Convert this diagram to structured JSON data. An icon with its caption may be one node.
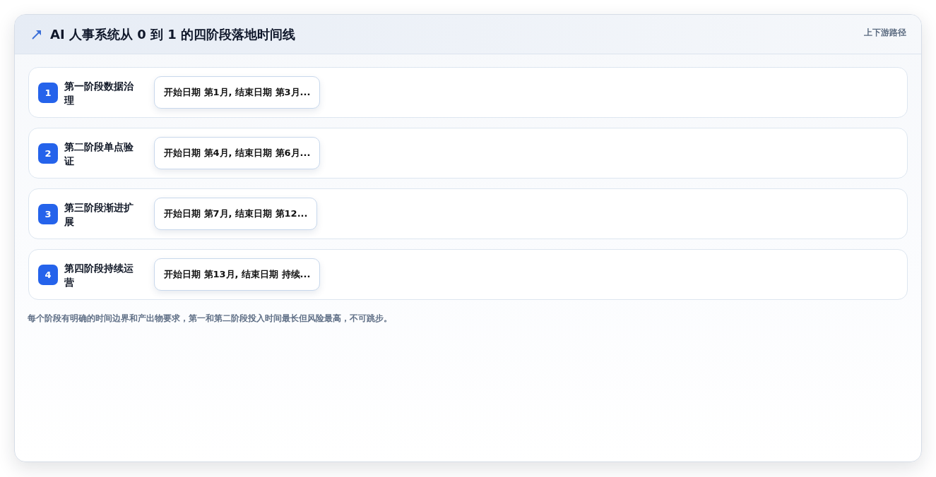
{
  "diagram": {
    "title": "AI 人事系统从 0 到 1 的四阶段落地时间线",
    "nodes": [
      {
        "text": [
          "第一阶段数据治理"
        ]
      },
      {
        "text": [
          "1"
        ],
        "in": 0
      },
      {
        "text": [
          "开始日期 第1月, 结束日期 第3月..."
        ],
        "in": 0
      },
      {
        "text": [
          "第二阶段单点验证"
        ]
      },
      {
        "text": [
          "2"
        ],
        "in": 3
      },
      {
        "text": [
          "开始日期 第4月, 结束日期 第6月..."
        ],
        "in": 3
      },
      {
        "text": [
          "第三阶段渐进扩展"
        ]
      },
      {
        "text": [
          "3"
        ],
        "in": 6
      },
      {
        "text": [
          "开始日期 第7月, 结束日期 第12..."
        ],
        "in": 6
      },
      {
        "text": [
          "第四阶段持续运营"
        ]
      },
      {
        "text": [
          "4"
        ],
        "in": 9
      },
      {
        "text": [
          "开始日期 第13月, 结束日期 持续..."
        ],
        "in": 9
      }
    ],
    "labels": [
      "上下游路径"
    ],
    "caption": "每个阶段有明确的时间边界和产出物要求，第一和第二阶段投入时间最长但风险最高，不可跳步。"
  }
}
